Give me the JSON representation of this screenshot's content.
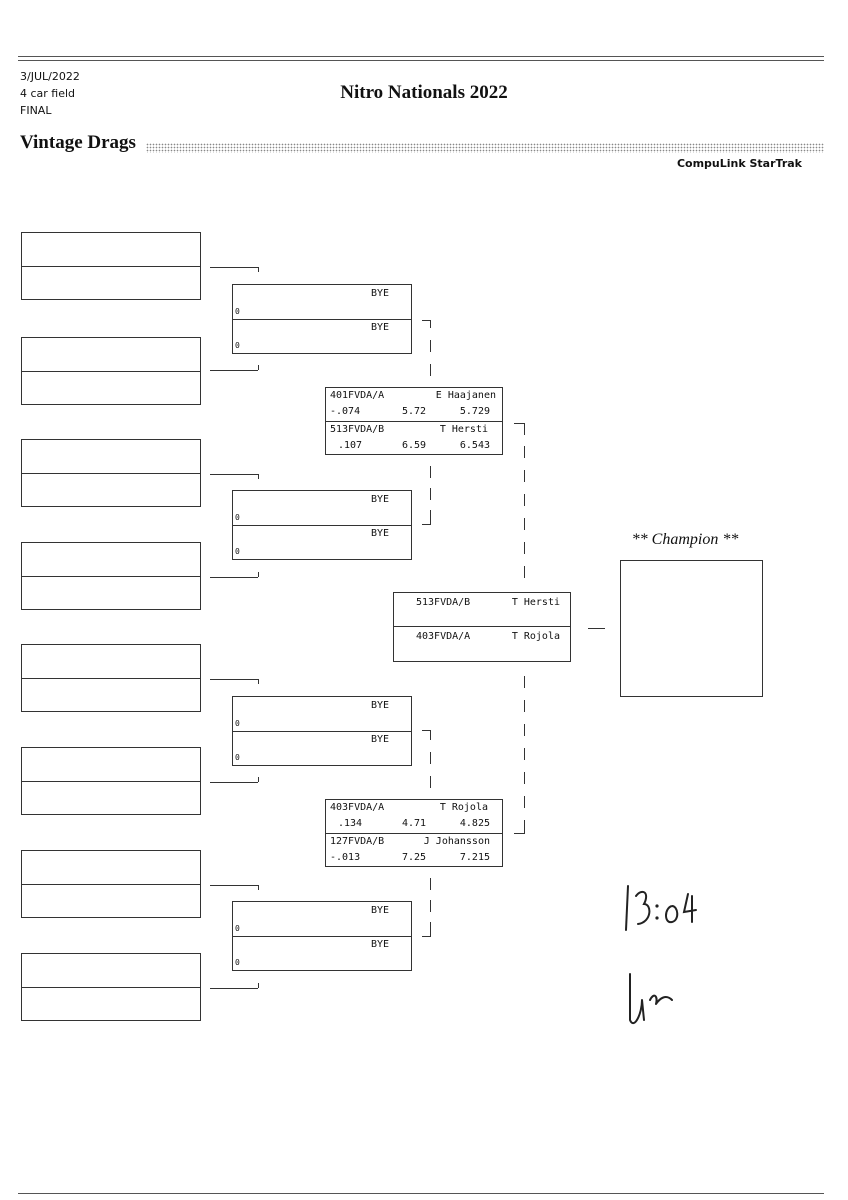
{
  "header": {
    "date": "3/JUL/2022",
    "field": "4 car field",
    "round": "FINAL",
    "title": "Nitro Nationals 2022",
    "class_name": "Vintage Drags",
    "brand": "CompuLink StarTrak"
  },
  "round2": [
    {
      "top": "BYE",
      "top_rt": "0",
      "bottom": "BYE",
      "bottom_rt": "0"
    },
    {
      "top": "BYE",
      "top_rt": "0",
      "bottom": "BYE",
      "bottom_rt": "0"
    },
    {
      "top": "BYE",
      "top_rt": "0",
      "bottom": "BYE",
      "bottom_rt": "0"
    },
    {
      "top": "BYE",
      "top_rt": "0",
      "bottom": "BYE",
      "bottom_rt": "0"
    }
  ],
  "semifinals": [
    {
      "top": {
        "car": "401FVDA/A",
        "driver": "E Haajanen",
        "rt": "-.074",
        "et_dial": "5.72",
        "et": "5.729"
      },
      "bottom": {
        "car": "513FVDA/B",
        "driver": "T Hersti",
        "rt": ".107",
        "et_dial": "6.59",
        "et": "6.543"
      }
    },
    {
      "top": {
        "car": "403FVDA/A",
        "driver": "T Rojola",
        "rt": ".134",
        "et_dial": "4.71",
        "et": "4.825"
      },
      "bottom": {
        "car": "127FVDA/B",
        "driver": "J Johansson",
        "rt": "-.013",
        "et_dial": "7.25",
        "et": "7.215"
      }
    }
  ],
  "final": {
    "top": {
      "car": "513FVDA/B",
      "driver": "T Hersti"
    },
    "bottom": {
      "car": "403FVDA/A",
      "driver": "T Rojola"
    }
  },
  "champion_label": "** Champion **",
  "handwriting": {
    "time": "13:04",
    "initials": "Un"
  }
}
